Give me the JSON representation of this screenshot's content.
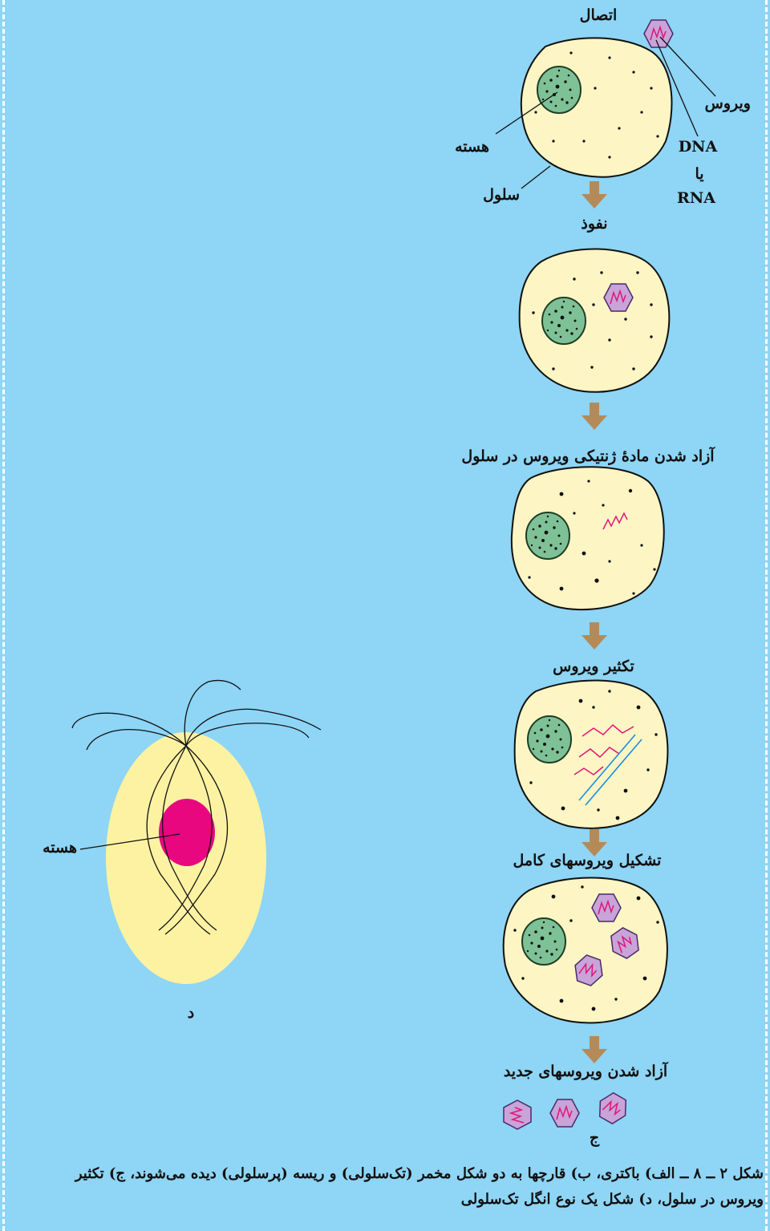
{
  "colors": {
    "background": "#8ed5f6",
    "cytoplasm": "#fdf5c3",
    "nucleus": "#7fc196",
    "virus_capsid": "#c8a4d8",
    "virus_genome": "#e0157a",
    "arrow": "#b48a58",
    "protist_body": "#fdf2a2",
    "protist_nucleus": "#e8077f",
    "replication_strand": "#1a8fe0"
  },
  "diagram": {
    "stages": [
      {
        "label": "اتصال"
      },
      {
        "label": "نفوذ"
      },
      {
        "label": "آزاد شدن مادهٔ ژنتیکی ویروس در سلول"
      },
      {
        "label": "تکثیر ویروس"
      },
      {
        "label": "تشکیل ویروسهای کامل"
      },
      {
        "label": "آزاد شدن ویروسهای جدید"
      }
    ],
    "callouts": {
      "virus": "ویروس",
      "genome_1": "DNA",
      "genome_2": "یا",
      "genome_3": "RNA",
      "nucleus": "هسته",
      "cell": "سلول"
    },
    "panel_letter_virus": "ج",
    "protist": {
      "nucleus_label": "هسته",
      "panel_letter": "د"
    }
  },
  "caption": {
    "line1": "شکل ۲ ــ ۸ ــ الف) باکتری، ب) قارچها به دو شکل مخمر (تک‌سلولی) و ریسه (پرسلولی) دیده می‌شوند، ج) تکثیر",
    "line2": "ویروس در سلول، د) شکل یک نوع انگل تک‌سلولی"
  }
}
